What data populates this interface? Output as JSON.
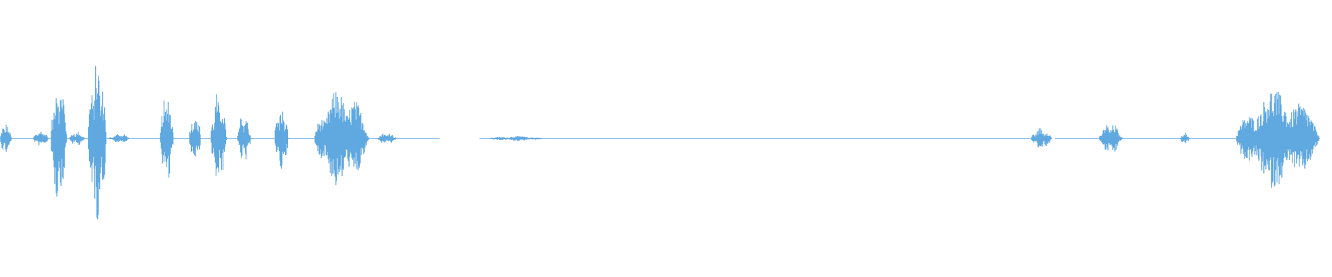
{
  "waveform": {
    "color": "#5fa8e0",
    "background": "#ffffff",
    "segments": [
      {
        "start": 0.0,
        "end": 0.01,
        "peak": 0.13
      },
      {
        "start": 0.025,
        "end": 0.038,
        "peak": 0.07
      },
      {
        "start": 0.038,
        "end": 0.052,
        "peak": 0.55
      },
      {
        "start": 0.052,
        "end": 0.065,
        "peak": 0.06
      },
      {
        "start": 0.066,
        "end": 0.082,
        "peak": 0.68
      },
      {
        "start": 0.082,
        "end": 0.1,
        "peak": 0.04
      },
      {
        "start": 0.12,
        "end": 0.132,
        "peak": 0.38
      },
      {
        "start": 0.142,
        "end": 0.152,
        "peak": 0.23
      },
      {
        "start": 0.158,
        "end": 0.172,
        "peak": 0.38
      },
      {
        "start": 0.178,
        "end": 0.19,
        "peak": 0.21
      },
      {
        "start": 0.206,
        "end": 0.218,
        "peak": 0.28
      },
      {
        "start": 0.236,
        "end": 0.283,
        "peak": 0.41
      },
      {
        "start": 0.283,
        "end": 0.3,
        "peak": 0.05
      },
      {
        "start": 0.366,
        "end": 0.415,
        "peak": 0.02
      },
      {
        "start": 0.774,
        "end": 0.792,
        "peak": 0.09
      },
      {
        "start": 0.825,
        "end": 0.845,
        "peak": 0.13
      },
      {
        "start": 0.886,
        "end": 0.894,
        "peak": 0.05
      },
      {
        "start": 0.928,
        "end": 1.0,
        "peak": 0.41
      }
    ],
    "baseline": [
      {
        "start": 0.0,
        "end": 0.33
      },
      {
        "start": 0.36,
        "end": 0.78
      },
      {
        "start": 0.792,
        "end": 0.93
      }
    ]
  }
}
